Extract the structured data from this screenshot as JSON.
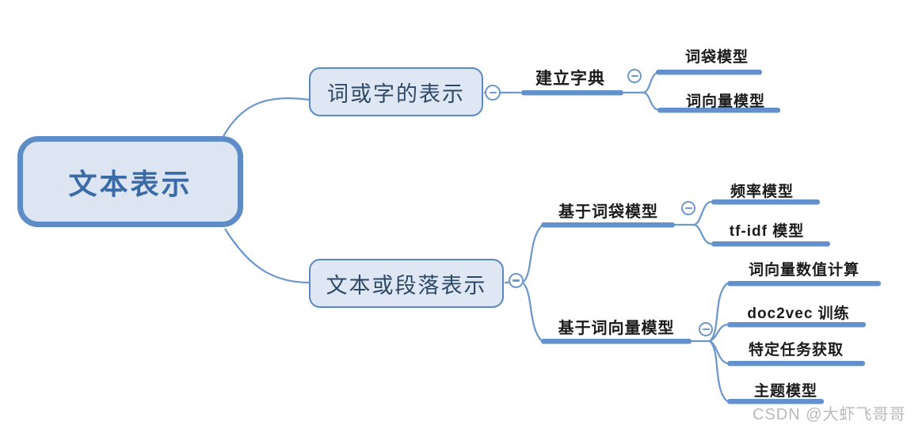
{
  "mindmap": {
    "root": {
      "label": "文本表示"
    },
    "branches": [
      {
        "label": "词或字的表示",
        "children": [
          {
            "label": "建立字典",
            "children": [
              {
                "label": "词袋模型"
              },
              {
                "label": "词向量模型"
              }
            ]
          }
        ]
      },
      {
        "label": "文本或段落表示",
        "children": [
          {
            "label": "基于词袋模型",
            "children": [
              {
                "label": "频率模型"
              },
              {
                "label": "tf-idf 模型"
              }
            ]
          },
          {
            "label": "基于词向量模型",
            "children": [
              {
                "label": "词向量数值计算"
              },
              {
                "label": "doc2vec 训练"
              },
              {
                "label": "特定任务获取"
              },
              {
                "label": "主题模型"
              }
            ]
          }
        ]
      }
    ],
    "collapse_icon": "minus",
    "colors": {
      "branch_line": "#6d97cd",
      "branch_bar": "#6291cb",
      "root_border": "#5d8cc7",
      "root_fill": "#dce5f1",
      "root_text": "#3a6ba6",
      "node_border": "#5a87c5",
      "node_fill": "#dfe7f4",
      "node_text": "#2e4867",
      "topic_text": "#1b1b1b"
    }
  },
  "watermark": {
    "text": "CSDN @大虾飞哥哥"
  }
}
